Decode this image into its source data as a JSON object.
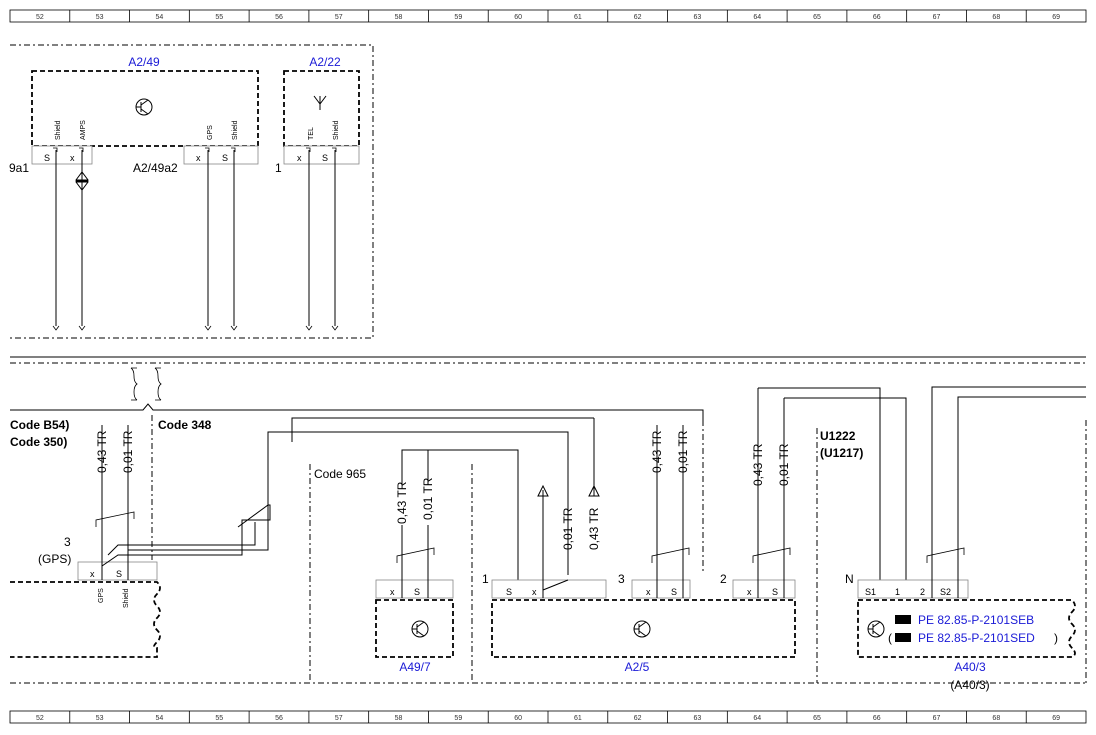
{
  "grid_columns": [
    "52",
    "53",
    "54",
    "55",
    "56",
    "57",
    "58",
    "59",
    "60",
    "61",
    "62",
    "63",
    "64",
    "65",
    "66",
    "67",
    "68",
    "69"
  ],
  "components": {
    "a2_49": {
      "label": "A2/49"
    },
    "a2_22": {
      "label": "A2/22"
    },
    "a49_7": {
      "label": "A49/7"
    },
    "a2_5": {
      "label": "A2/5"
    },
    "a40_3": {
      "label": "A40/3",
      "alt_label": "(A40/3)"
    }
  },
  "connectors": {
    "a2_49a1": "9a1",
    "a2_49a2": "A2/49a2",
    "a2_22_num": "1",
    "gps_conn_num": "3",
    "gps_conn_name": "(GPS)",
    "a2_5_c1": "1",
    "a2_5_c3": "3",
    "a2_5_c2": "2",
    "a40_3_conn": "N"
  },
  "pins": {
    "shield": "Shield",
    "amps": "AMPS",
    "gps": "GPS",
    "tel": "TEL",
    "s": "S",
    "x": "x",
    "s1": "S1",
    "p1": "1",
    "p2": "2",
    "s2": "S2"
  },
  "codes": {
    "b54": "Code B54)",
    "c350": "Code 350)",
    "c348": "Code 348",
    "c965": "Code 965",
    "u1222": "U1222",
    "u1217": "(U1217)"
  },
  "wires": {
    "w043": "0,43 TR",
    "w001": "0,01 TR"
  },
  "refs": {
    "ref1": "PE 82.85-P-2101SEB",
    "ref2": "PE 82.85-P-2101SED",
    "open_paren": "(",
    "close_paren": ")"
  },
  "colors": {
    "line": "#000000",
    "ref_text": "#1a1ad6",
    "grid_text": "#333333"
  }
}
